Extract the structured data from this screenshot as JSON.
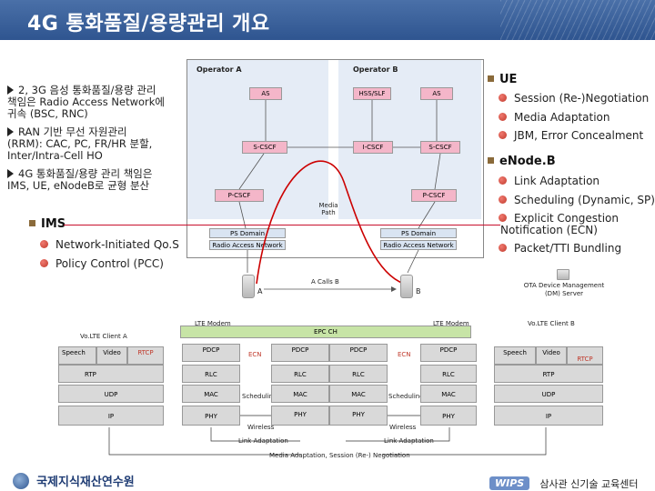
{
  "slide": {
    "title": "4G 통화품질/용량관리 개요"
  },
  "left_bullets": [
    {
      "lines": [
        "2, 3G 음성 통화품질/용량 관리",
        "책임은 Radio Access Network에",
        "귀속 (BSC, RNC)"
      ]
    },
    {
      "lines": [
        "RAN 기반 무선 자원관리",
        "(RRM): CAC, PC, FR/HR 분할,",
        "Inter/Intra-Cell HO"
      ]
    },
    {
      "lines": [
        "4G 통화품질/용량 관리 책임은",
        "IMS, UE, eNodeB로 균형 분산"
      ]
    }
  ],
  "right_groups": {
    "ue": {
      "heading": "UE",
      "items": [
        "Session (Re-)Negotiation",
        "Media Adaptation",
        "JBM, Error Concealment"
      ]
    },
    "enodeb": {
      "heading": "eNode.B",
      "items": [
        "Link Adaptation",
        "Scheduling (Dynamic, SP)",
        "Explicit Congestion",
        "Notification (ECN)",
        "Packet/TTI Bundling"
      ]
    }
  },
  "ims": {
    "heading": "IMS",
    "items": [
      "Network-Initiated Qo.S",
      "Policy Control (PCC)"
    ]
  },
  "network": {
    "operator_a": "Operator A",
    "operator_b": "Operator B",
    "as_a": "AS",
    "hss": "HSS/SLF",
    "as_b": "AS",
    "scscf_a": "S-CSCF",
    "icscf": "I-CSCF",
    "scscf_b": "S-CSCF",
    "pcscf_a": "P-CSCF",
    "pcscf_b": "P-CSCF",
    "media_path": "Media Path",
    "ps_domain_a": "PS Domain",
    "ran_a": "Radio Access Network",
    "ps_domain_b": "PS Domain",
    "ran_b": "Radio Access Network",
    "label_a": "A",
    "label_b": "B",
    "a_calls_b": "A Calls B",
    "ota": "OTA Device Management (DM) Server"
  },
  "stack": {
    "lte_modem_a": "LTE Modem",
    "lte_modem_b": "LTE Modem",
    "volte_client_a": "Vo.LTE Client A",
    "volte_client_b": "Vo.LTE Client B",
    "epc_ch": "EPC CH",
    "speech": "Speech",
    "video": "Video",
    "rtcp": "RTCP",
    "rtp": "RTP",
    "udp": "UDP",
    "ip": "IP",
    "pdcp": "PDCP",
    "rlc": "RLC",
    "mac": "MAC",
    "phy": "PHY",
    "ecn": "ECN",
    "scheduling": "Scheduling",
    "wireless": "Wireless",
    "link_adaptation": "Link Adaptation",
    "media_adaptation": "Media Adaptation, Session (Re-) Negotiation"
  },
  "footer": {
    "left_logo": "국제지식재산연수원",
    "right_logo_mark": "WIPS",
    "right_text": "삼사관 신기술 교육센터"
  },
  "colors": {
    "title_bar": "#2f5590",
    "bullet_dot": "#c0392b",
    "ims_line": "#c8102e",
    "curve": "#cc0000"
  }
}
